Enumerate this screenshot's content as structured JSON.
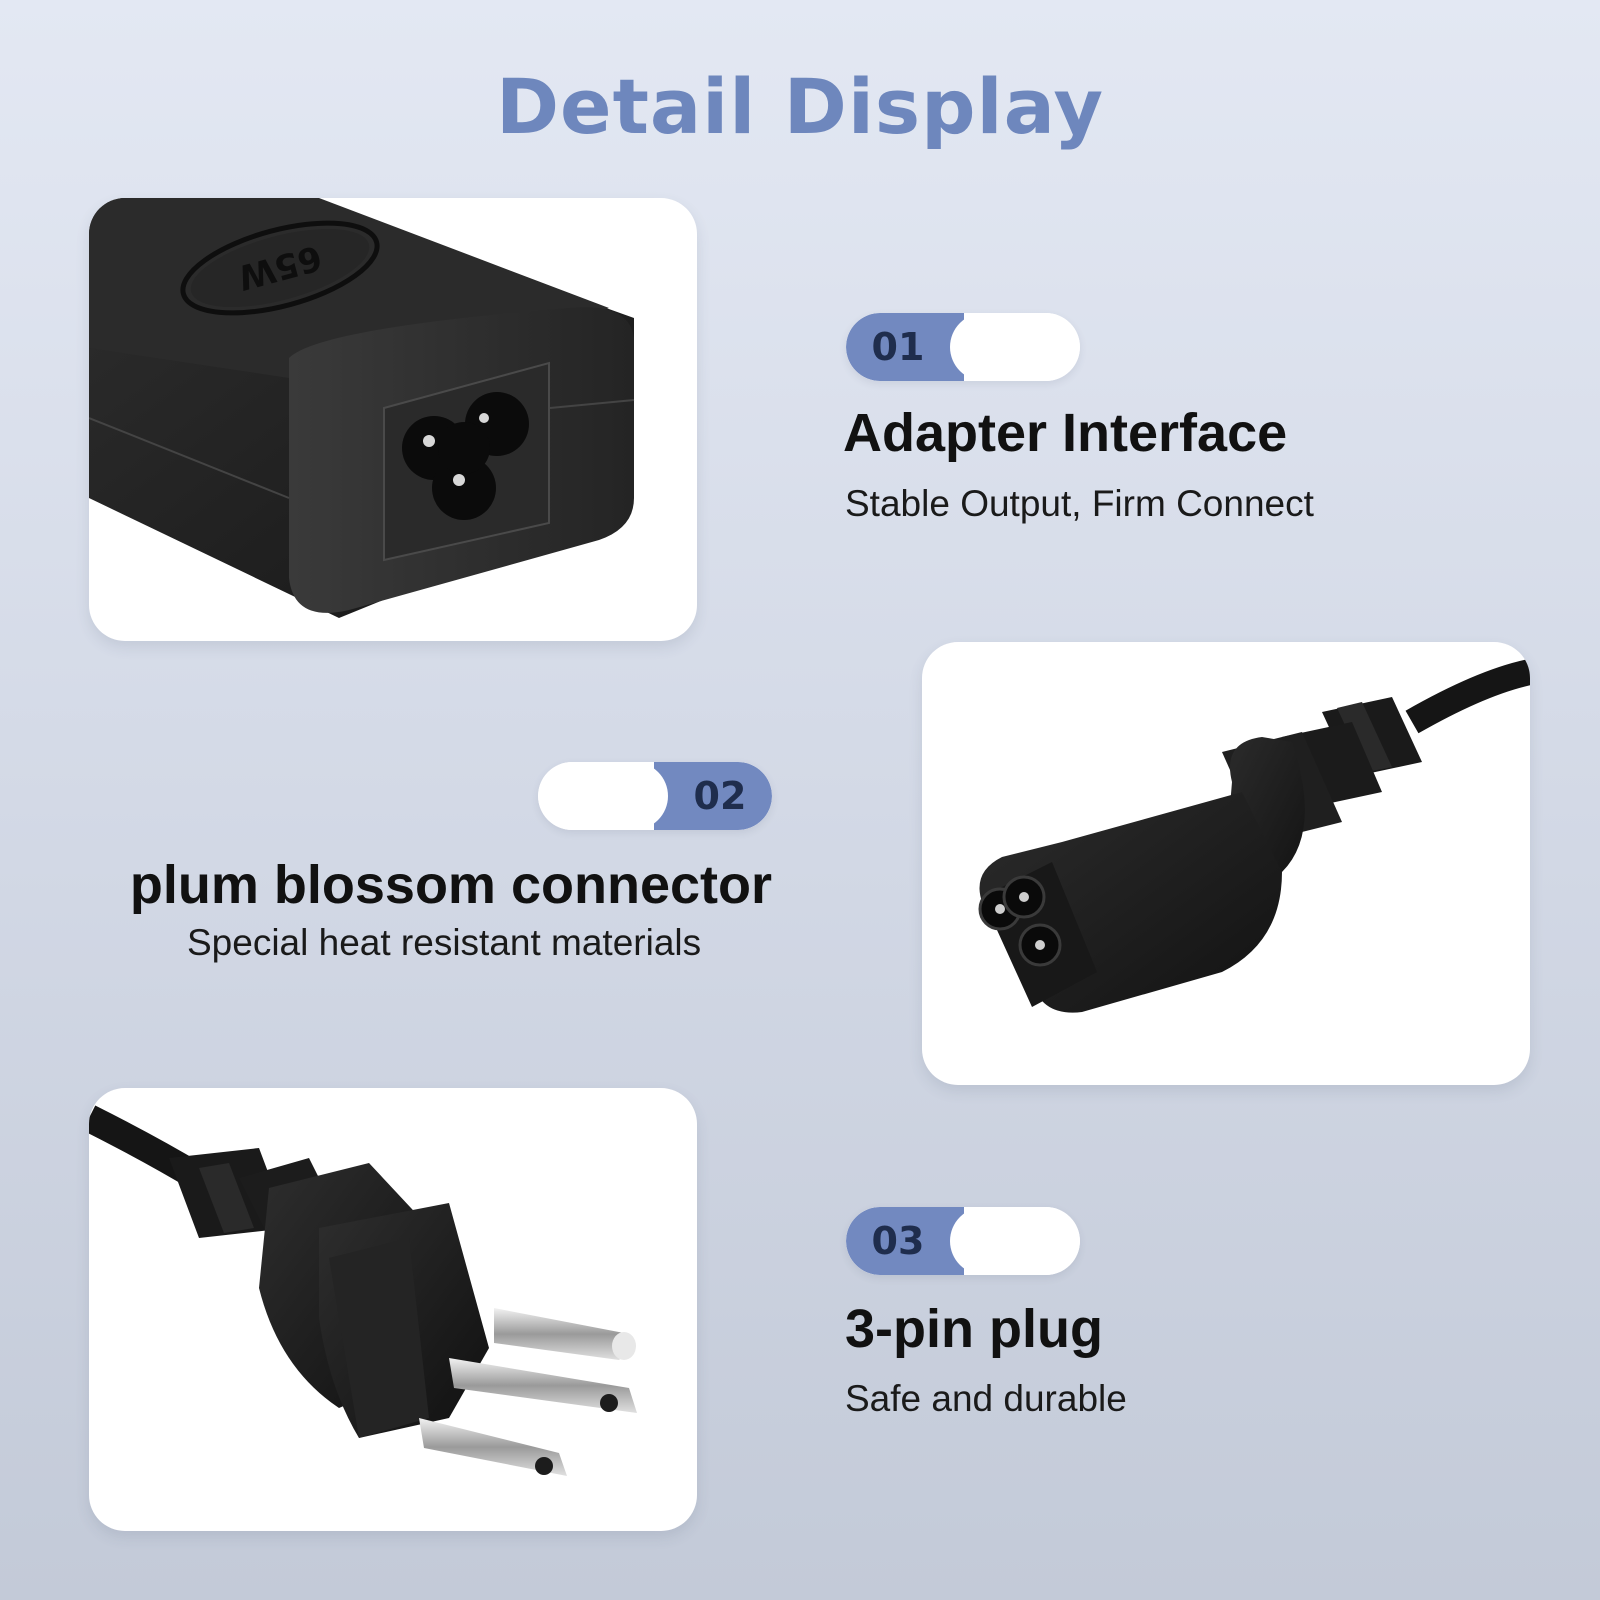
{
  "page": {
    "title": "Detail Display"
  },
  "features": [
    {
      "number": "01",
      "heading": "Adapter Interface",
      "subtitle": "Stable Output, Firm Connect",
      "image_label": "65W"
    },
    {
      "number": "02",
      "heading": "plum blossom connector",
      "subtitle": "Special heat resistant materials"
    },
    {
      "number": "03",
      "heading": "3-pin plug",
      "subtitle": "Safe and durable"
    }
  ],
  "colors": {
    "accent": "#7289c0",
    "title": "#6e87bd",
    "number_text": "#1f2d4d",
    "product_black": "#1e1e1e"
  },
  "icons": {
    "card1": "power-adapter-icon",
    "card2": "c5-cloverleaf-connector-icon",
    "card3": "us-3-pin-plug-icon"
  }
}
